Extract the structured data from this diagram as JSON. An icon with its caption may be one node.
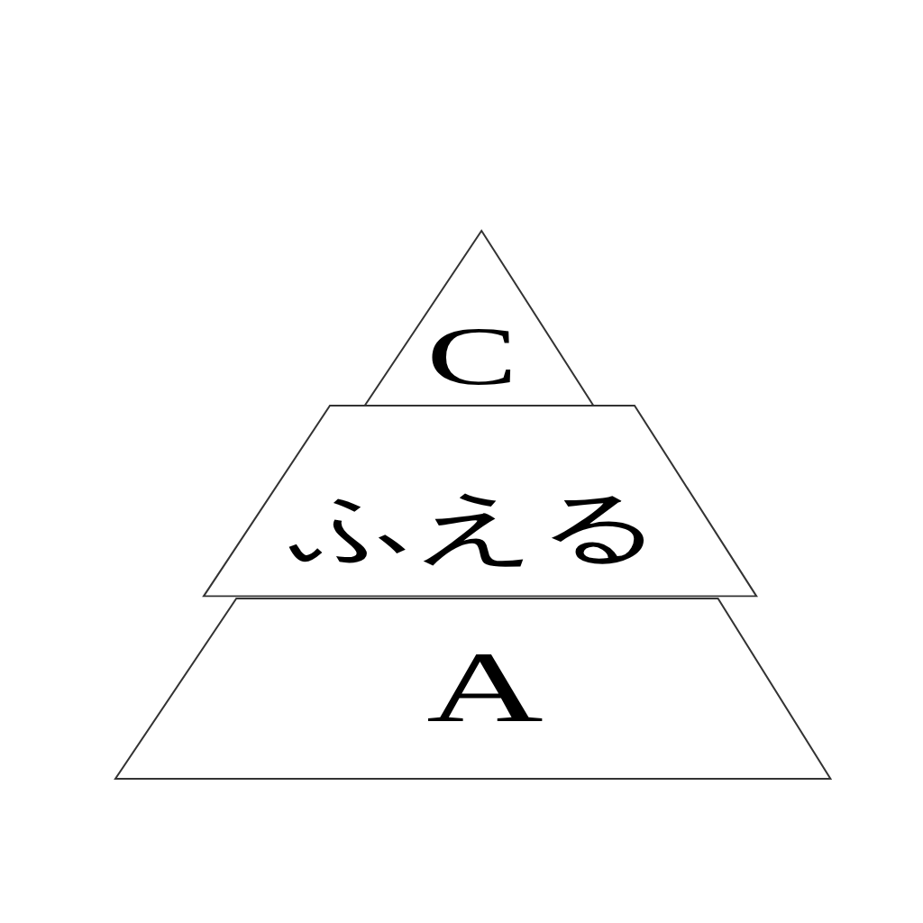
{
  "diagram": {
    "nodes": [
      {
        "text": [
          "C"
        ]
      },
      {
        "text": [
          "ふえる"
        ]
      },
      {
        "text": [
          "A"
        ]
      }
    ]
  }
}
